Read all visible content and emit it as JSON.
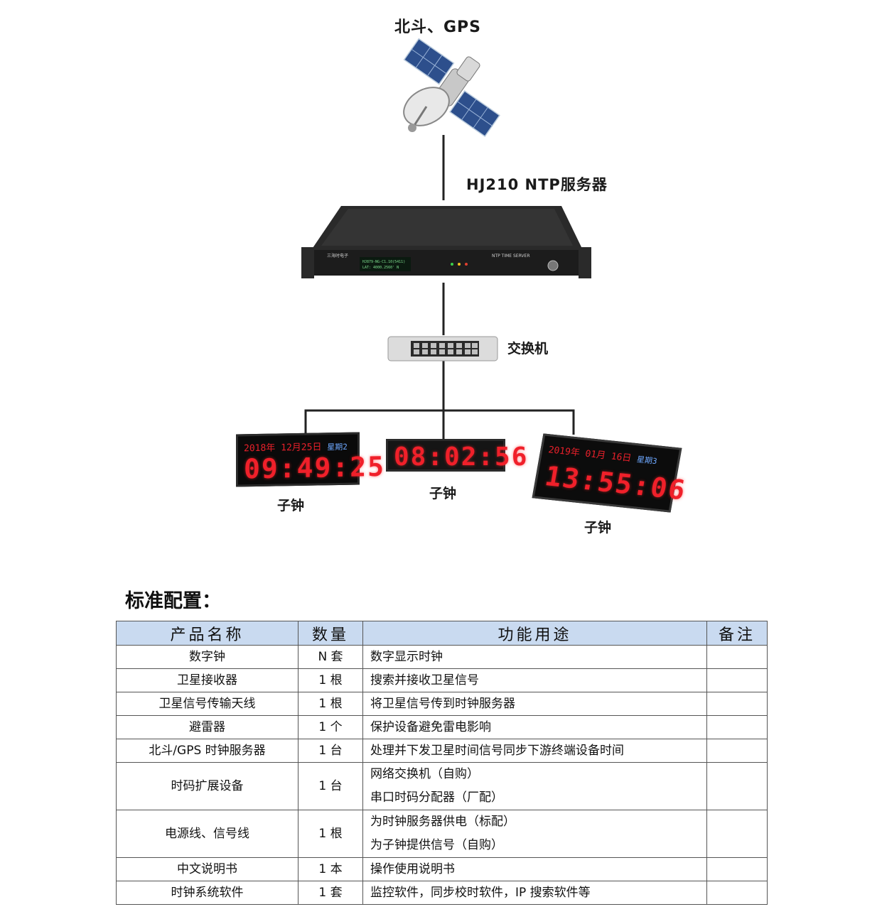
{
  "diagram": {
    "satellite_label": "北斗、GPS",
    "server_label": "HJ210  NTP服务器",
    "server_panel_text": "NTP TIME SERVER",
    "server_brand": "三海时电子",
    "server_display_line1": "HJ879-NG-C1.10(5411)",
    "server_display_line2": "LAT: 4000.2560' N",
    "switch_label": "交换机",
    "clock_label": "子钟",
    "clock1": {
      "date": "2018年 12月25日",
      "weekday": "星期2",
      "time": "09:49:25"
    },
    "clock2": {
      "time": "08:02:56"
    },
    "clock3": {
      "date": "2019年 01月 16日",
      "weekday": "星期3",
      "time": "13:55:06"
    }
  },
  "table": {
    "title": "标准配置：",
    "headers": [
      "产品名称",
      "数量",
      "功能用途",
      "备注"
    ],
    "rows": [
      {
        "name": "数字钟",
        "qty": "N 套",
        "func": [
          "数字显示时钟"
        ],
        "note": ""
      },
      {
        "name": "卫星接收器",
        "qty": "1 根",
        "func": [
          "搜索并接收卫星信号"
        ],
        "note": ""
      },
      {
        "name": "卫星信号传输天线",
        "qty": "1 根",
        "func": [
          "将卫星信号传到时钟服务器"
        ],
        "note": ""
      },
      {
        "name": "避雷器",
        "qty": "1 个",
        "func": [
          "保护设备避免雷电影响"
        ],
        "note": ""
      },
      {
        "name": "北斗/GPS 时钟服务器",
        "qty": "1 台",
        "func": [
          "处理并下发卫星时间信号同步下游终端设备时间"
        ],
        "note": ""
      },
      {
        "name": "时码扩展设备",
        "qty": "1 台",
        "func": [
          "网络交换机（自购）",
          "串口时码分配器（厂配）"
        ],
        "note": ""
      },
      {
        "name": "电源线、信号线",
        "qty": "1 根",
        "func": [
          "为时钟服务器供电（标配）",
          "为子钟提供信号（自购）"
        ],
        "note": ""
      },
      {
        "name": "中文说明书",
        "qty": "1 本",
        "func": [
          "操作使用说明书"
        ],
        "note": ""
      },
      {
        "name": "时钟系统软件",
        "qty": "1 套",
        "func": [
          "监控软件，同步校时软件，IP 搜索软件等"
        ],
        "note": ""
      }
    ]
  }
}
